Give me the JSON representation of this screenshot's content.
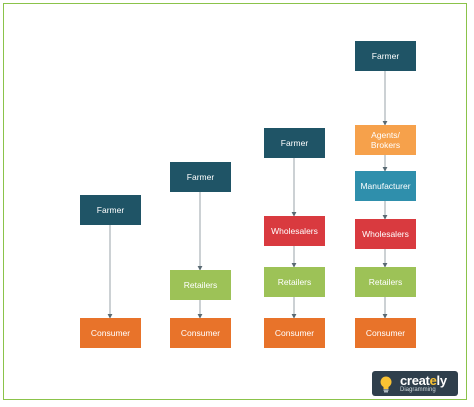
{
  "diagram": {
    "columns": [
      {
        "nodes": [
          "Farmer",
          "Consumer"
        ]
      },
      {
        "nodes": [
          "Farmer",
          "Retailers",
          "Consumer"
        ]
      },
      {
        "nodes": [
          "Farmer",
          "Wholesalers",
          "Retailers",
          "Consumer"
        ]
      },
      {
        "nodes": [
          "Farmer",
          "Agents/\nBrokers",
          "Manufacturer",
          "Wholesalers",
          "Retailers",
          "Consumer"
        ]
      }
    ]
  },
  "logo": {
    "name_prefix": "creat",
    "name_accent": "e",
    "name_suffix": "ly",
    "tagline": "Diagramming"
  },
  "colors": {
    "farmer": "#1f5466",
    "retailer": "#9dc257",
    "consumer": "#e8732a",
    "wholesaler": "#d93a3f",
    "agent": "#f6a14b",
    "manufacturer": "#2f8fac",
    "frame": "#8bc34a"
  }
}
